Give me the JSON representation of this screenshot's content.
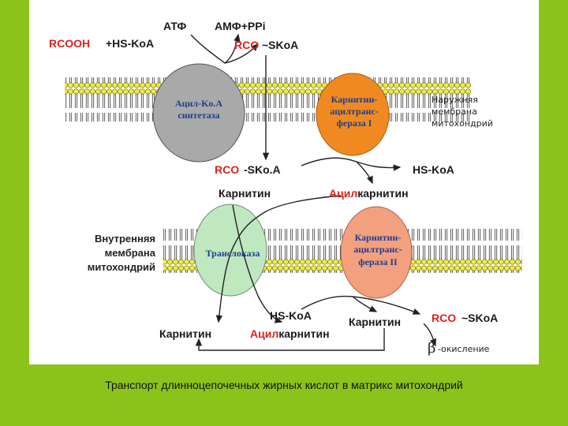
{
  "top": {
    "atp": "АТФ",
    "amp_ppi": "АМФ+PPi",
    "rcooh": "RCOOH",
    "plus_hs_koa": "+HS-KoA",
    "rco": "RCO",
    "skoa": "~SKoA"
  },
  "enzymes": {
    "synthetase_line1": "Ацил-Ko.A",
    "synthetase_line2": "синтетаза",
    "cat1_line1": "Карнитин-",
    "cat1_line2": "ацилтранс-",
    "cat1_line3": "фераза I",
    "translocase": "Транслоказа",
    "cat2_line1": "Карнитин-",
    "cat2_line2": "ацилтранс-",
    "cat2_line3": "фераза II"
  },
  "outer_membrane_label": [
    "Наружняя",
    "мембрана",
    "митохондрий"
  ],
  "inner_membrane_label": [
    "Внутренняя",
    "мембрана",
    "митохондрий"
  ],
  "intermembrane": {
    "rco": "RCO",
    "skoa": "-SKo.A",
    "hs_koa": "HS-KoA",
    "carnitine": "Карнитин",
    "acyl": "Ацил",
    "carnitine_suffix": "карнитин"
  },
  "matrix": {
    "hs_koa": "HS-KoA",
    "carnitine_right": "Карнитин",
    "rco": "RCO",
    "skoa": "~SKoA",
    "carnitine_left": "Карнитин",
    "acyl": "Ацил",
    "carnitine_suffix": "карнитин",
    "beta": "β",
    "oxidation": "-окисление"
  },
  "caption": "Транспорт длинноцепочечных жирных кислот в матрикс митохондрий",
  "colors": {
    "background": "#8cc31a",
    "membrane_head": "#f2ec3a",
    "synthetase": "#a9a9a9",
    "cat1": "#f08a20",
    "translocase": "#bfe8bf",
    "cat2": "#f3a07e",
    "accent_red": "#d9231f"
  }
}
